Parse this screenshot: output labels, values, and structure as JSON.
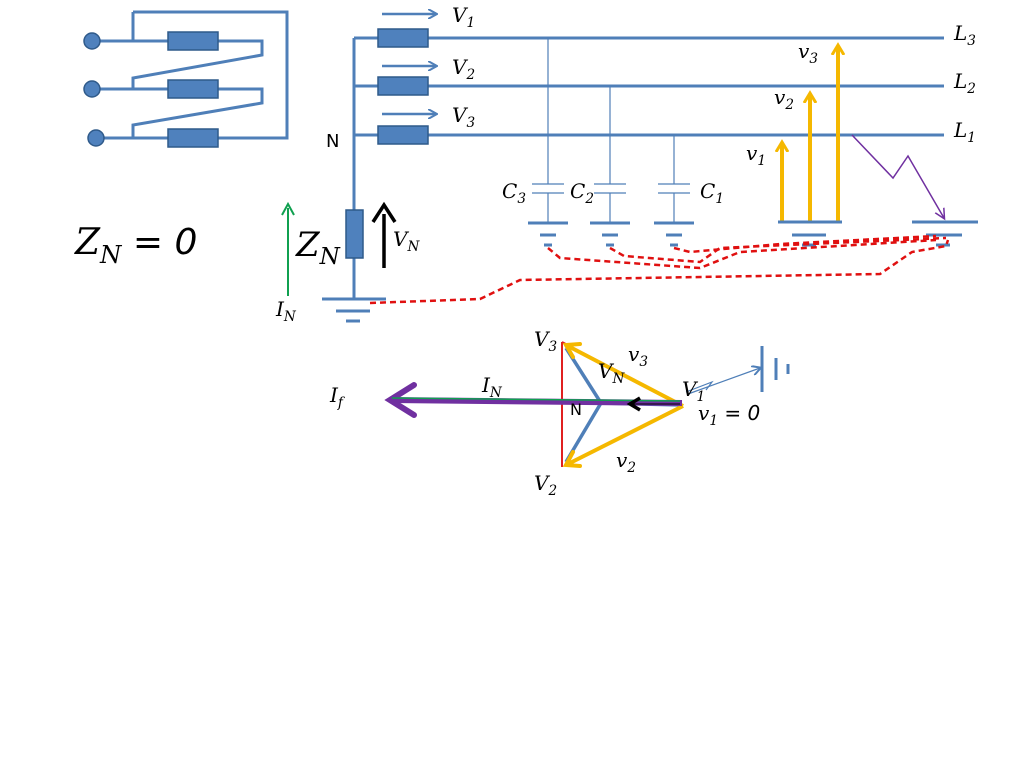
{
  "colors": {
    "wire": "#4f7fb8",
    "box_fill": "#4f81bd",
    "box_stroke": "#2f5a8a",
    "yellow": "#f5b800",
    "red_dash": "#e01010",
    "green": "#10a050",
    "purple": "#7030a0",
    "black": "#000000",
    "red_line": "#e02020"
  },
  "labels": {
    "zn_equals": {
      "base": "Z",
      "sub": "N",
      "rest": " = 0"
    },
    "zn": {
      "base": "Z",
      "sub": "N"
    },
    "vn": {
      "base": "V",
      "sub": "N"
    },
    "in": {
      "base": "I",
      "sub": "N"
    },
    "neutral": "N",
    "sources": [
      {
        "base": "V",
        "sub": "1"
      },
      {
        "base": "V",
        "sub": "2"
      },
      {
        "base": "V",
        "sub": "3"
      }
    ],
    "lines": [
      {
        "base": "L",
        "sub": "3"
      },
      {
        "base": "L",
        "sub": "2"
      },
      {
        "base": "L",
        "sub": "1"
      }
    ],
    "caps": [
      {
        "base": "C",
        "sub": "3"
      },
      {
        "base": "C",
        "sub": "2"
      },
      {
        "base": "C",
        "sub": "1"
      }
    ],
    "phase_v": [
      {
        "base": "v",
        "sub": "3"
      },
      {
        "base": "v",
        "sub": "2"
      },
      {
        "base": "v",
        "sub": "1"
      }
    ]
  },
  "phasor": {
    "V3": {
      "base": "V",
      "sub": "3"
    },
    "V2": {
      "base": "V",
      "sub": "2"
    },
    "V1": {
      "base": "V",
      "sub": "1"
    },
    "v3": {
      "base": "v",
      "sub": "3"
    },
    "v2": {
      "base": "v",
      "sub": "2"
    },
    "VN": {
      "base": "V",
      "sub": "N"
    },
    "IN": {
      "base": "I",
      "sub": "N"
    },
    "If": {
      "base": "I",
      "sub": "f"
    },
    "N": "N",
    "v1_zero": {
      "base": "v",
      "sub": "1",
      "rest": " = 0"
    }
  }
}
